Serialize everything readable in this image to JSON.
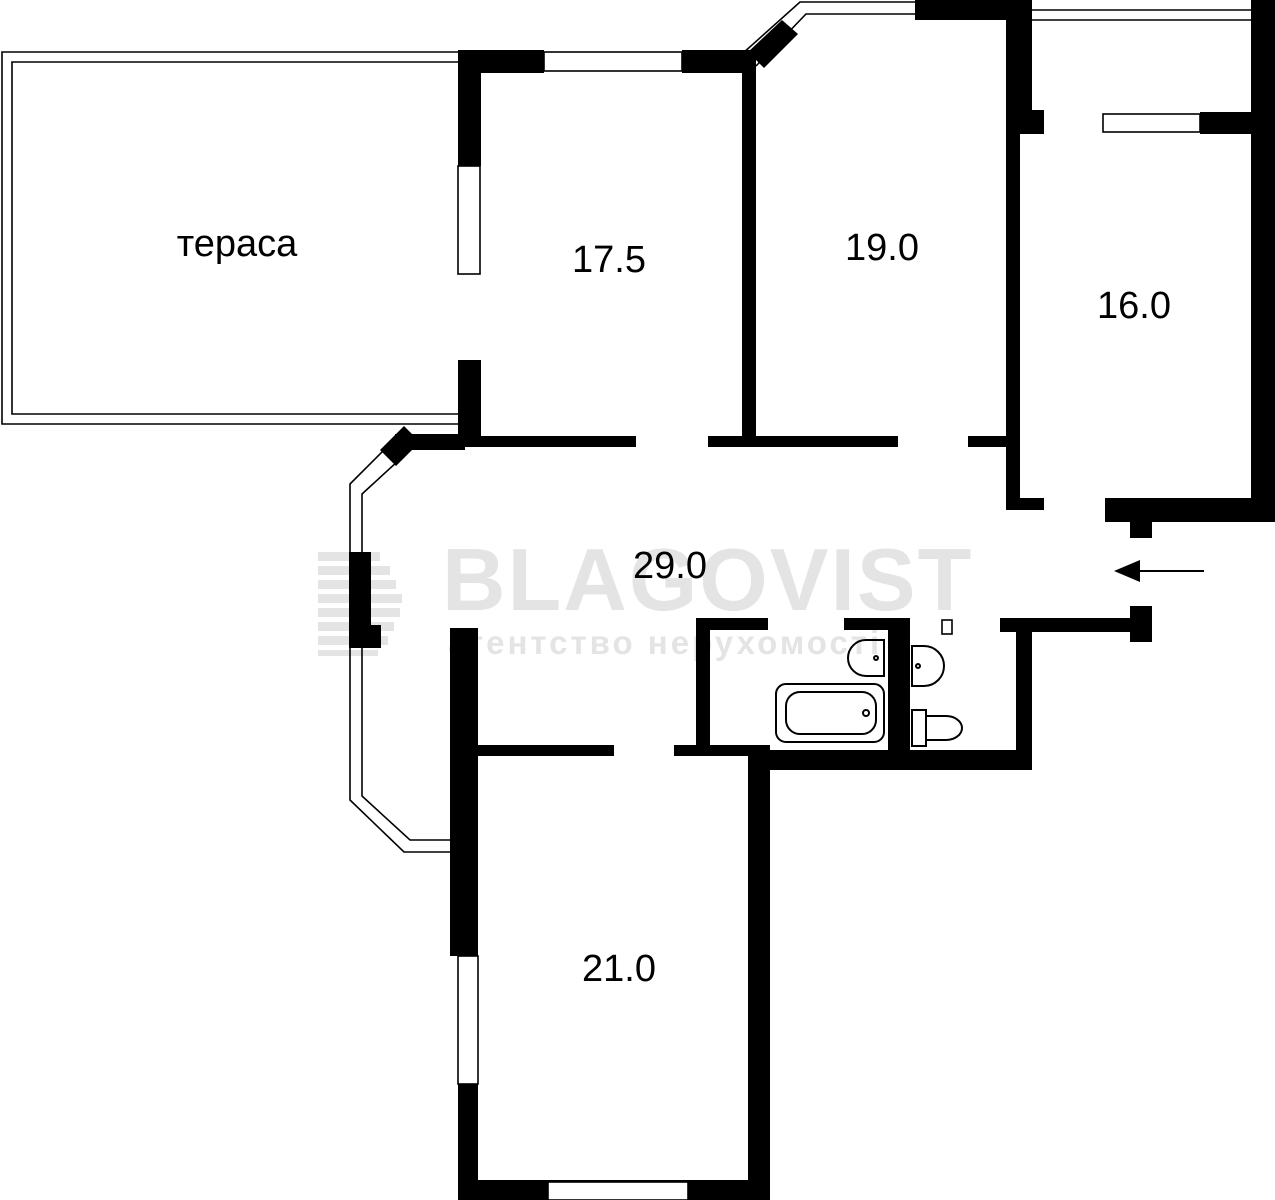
{
  "plan": {
    "rooms": [
      {
        "id": "terrace",
        "label": "тераса"
      },
      {
        "id": "room-1",
        "label": "17.5"
      },
      {
        "id": "room-2",
        "label": "19.0"
      },
      {
        "id": "room-3",
        "label": "16.0"
      },
      {
        "id": "hall",
        "label": "29.0"
      },
      {
        "id": "room-4",
        "label": "21.0"
      }
    ],
    "watermark": {
      "brand": "BLAGOVIST",
      "tagline": "агентство нерухомості"
    },
    "colors": {
      "wall": "#000000",
      "background": "#ffffff",
      "watermark": "#e4e4e4"
    },
    "entrance": "entrance-arrow-icon"
  }
}
